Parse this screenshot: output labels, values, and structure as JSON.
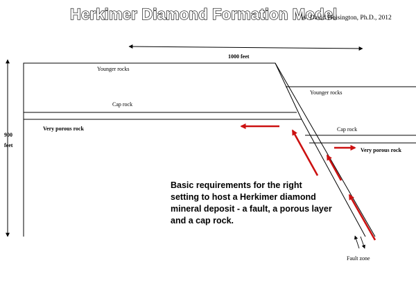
{
  "diagram": {
    "title": "Herkimer Diamond Formation Model",
    "author": "W. David Hoisington, Ph.D., 2012",
    "horizontal_scale": "1000  feet",
    "vertical_scale": {
      "value": "900",
      "unit": "feet"
    },
    "left_block": {
      "younger_rocks": "Younger rocks",
      "cap_rock": "Cap rock",
      "porous_rock": "Very porous rock"
    },
    "right_block": {
      "younger_rocks": "Younger rocks",
      "cap_rock": "Cap rock",
      "porous_rock": "Very porous rock"
    },
    "fault_zone": "Fault zone",
    "note_lines": [
      "Basic requirements for the right",
      "setting to host a Herkimer diamond",
      "mineral deposit - a fault, a porous layer",
      "and a cap rock."
    ],
    "colors": {
      "arrows": "#cc1111",
      "lines": "#000000",
      "background": "#ffffff"
    }
  }
}
